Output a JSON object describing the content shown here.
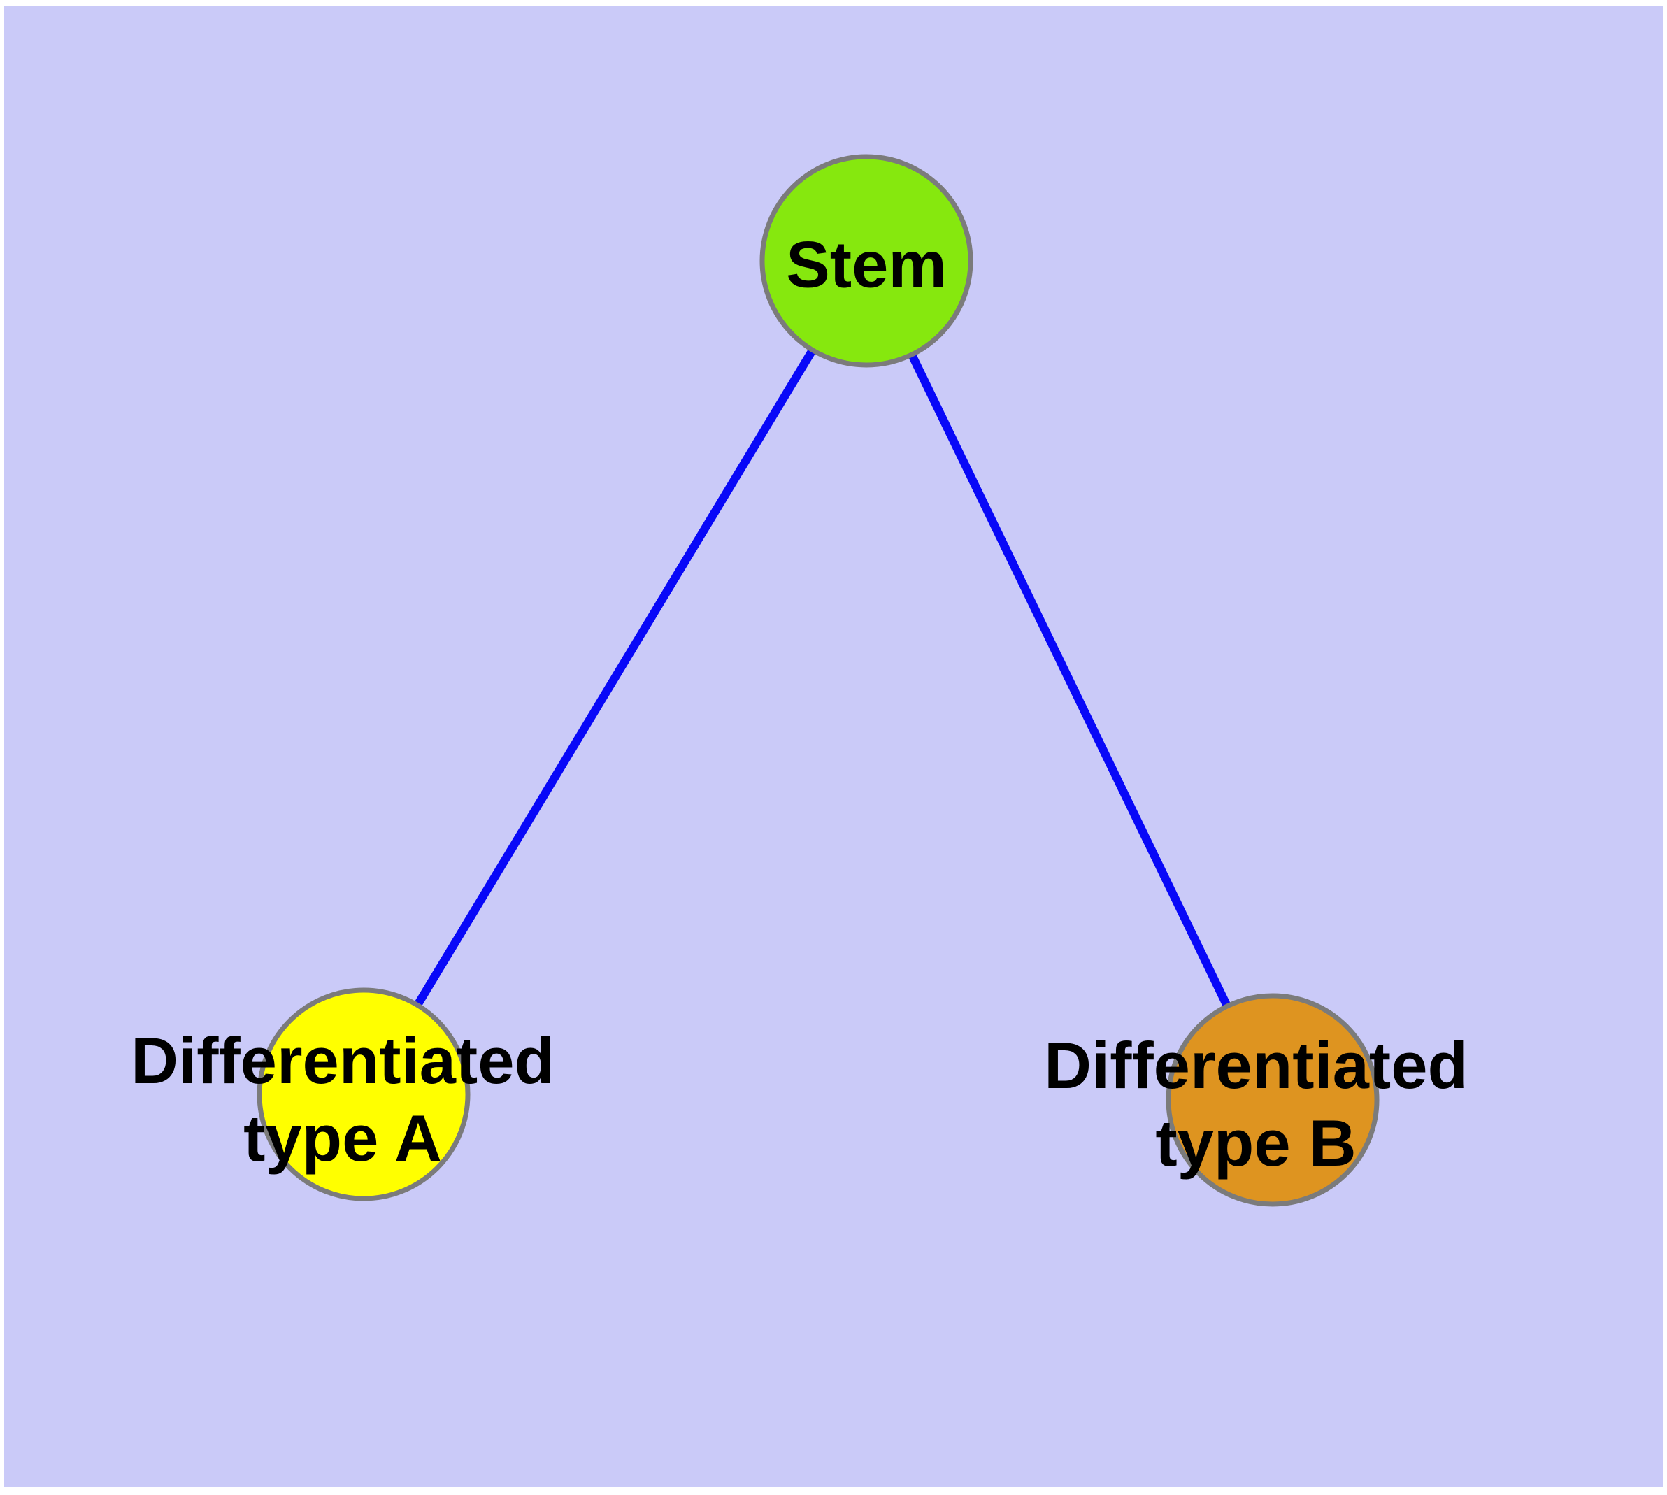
{
  "diagram": {
    "type": "graph",
    "background_color": "#CACAF8",
    "edge_color": "#0808F8",
    "node_border_color": "#7B7B7B",
    "label_color": "#000000",
    "nodes": {
      "stem": {
        "label": "Stem",
        "fill": "#86E80E"
      },
      "type_a": {
        "label_line1": "Differentiated",
        "label_line2": "type A",
        "label_full": "Differentiated type A",
        "fill": "#FFFF00"
      },
      "type_b": {
        "label_line1": "Differentiated",
        "label_line2": "type B",
        "label_full": "Differentiated type B",
        "fill": "#DE9420"
      }
    },
    "edges": [
      {
        "from": "Stem",
        "to": "Differentiated type A"
      },
      {
        "from": "Stem",
        "to": "Differentiated type B"
      }
    ]
  }
}
